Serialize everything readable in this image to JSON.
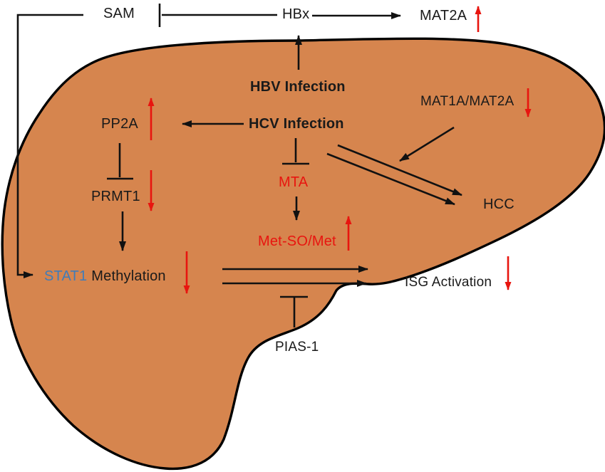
{
  "figure": {
    "description": "Pathway diagram drawn over a liver silhouette showing effects of HBV and HCV infection on methionine metabolism, STAT1 methylation, ISG activation and HCC",
    "background": "#ffffff"
  },
  "colors": {
    "liver_fill": "#d6854e",
    "outline": "#000000",
    "arrow_black": "#111111",
    "arrow_red": "#e8150f",
    "text_black": "#1a1a1a",
    "text_red": "#e8150f",
    "text_blue": "#3f7cba"
  },
  "labels": {
    "sam": "SAM",
    "hbx": "HBx",
    "mat2a": "MAT2A",
    "hbv_infection": "HBV Infection",
    "hcv_infection": "HCV Infection",
    "pp2a": "PP2A",
    "prmt1": "PRMT1",
    "mat1a_mat2a": "MAT1A/MAT2A",
    "mta": "MTA",
    "met_so_met": "Met-SO/Met",
    "stat1": "STAT1",
    "methylation": "Methylation",
    "hcc": "HCC",
    "isg_activation": "ISG Activation",
    "pias1": "PIAS-1"
  },
  "edges": [
    {
      "from": "HBx",
      "to": "SAM",
      "type": "inhibition"
    },
    {
      "from": "HBx",
      "to": "MAT2A",
      "type": "activation"
    },
    {
      "from": "HBV Infection",
      "to": "HBx",
      "type": "activation"
    },
    {
      "from": "SAM",
      "to": "STAT1 Methylation",
      "type": "activation"
    },
    {
      "from": "HCV Infection",
      "to": "PP2A",
      "type": "activation"
    },
    {
      "from": "PP2A",
      "to": "PRMT1",
      "type": "inhibition"
    },
    {
      "from": "PRMT1",
      "to": "STAT1 Methylation",
      "type": "activation"
    },
    {
      "from": "HCV Infection",
      "to": "MTA",
      "type": "inhibition"
    },
    {
      "from": "MTA",
      "to": "Met-SO/Met",
      "type": "activation"
    },
    {
      "from": "HCV Infection",
      "to": "HCC",
      "type": "activation-double-arrow"
    },
    {
      "from": "MAT1A/MAT2A",
      "to": "HCV-to-HCC axis",
      "type": "activation"
    },
    {
      "from": "STAT1 Methylation",
      "to": "ISG Activation",
      "type": "activation-double-arrow"
    },
    {
      "from": "PIAS-1",
      "to": "STAT1 Methylation-to-ISG axis",
      "type": "inhibition"
    }
  ],
  "trend_arrows": [
    {
      "node": "MAT2A",
      "direction": "up",
      "color": "#e8150f"
    },
    {
      "node": "MAT1A/MAT2A",
      "direction": "down",
      "color": "#e8150f"
    },
    {
      "node": "PP2A",
      "direction": "up",
      "color": "#e8150f"
    },
    {
      "node": "PRMT1",
      "direction": "down",
      "color": "#e8150f"
    },
    {
      "node": "STAT1 Methylation",
      "direction": "down",
      "color": "#e8150f"
    },
    {
      "node": "Met-SO/Met",
      "direction": "up",
      "color": "#e8150f"
    },
    {
      "node": "ISG Activation",
      "direction": "down",
      "color": "#e8150f"
    }
  ]
}
